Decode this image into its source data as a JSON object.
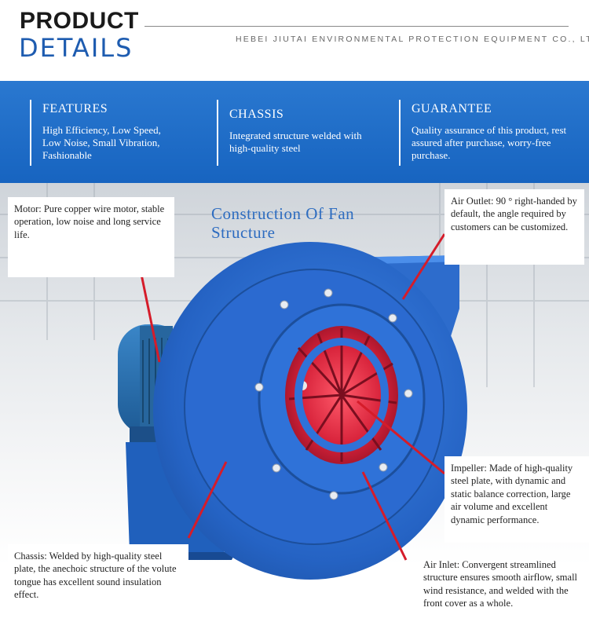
{
  "header": {
    "title_line1": "PRODUCT",
    "title_line2": "DETAILS",
    "company": "HEBEI JIUTAI ENVIRONMENTAL PROTECTION EQUIPMENT CO., LTD."
  },
  "banner": {
    "features": [
      {
        "heading": "FEATURES",
        "text": "High Efficiency, Low Speed, Low Noise, Small Vibration, Fashionable"
      },
      {
        "heading": "CHASSIS",
        "text": "Integrated structure welded with high-quality steel"
      },
      {
        "heading": "GUARANTEE",
        "text": "Quality assurance of this product, rest assured after purchase, worry-free purchase."
      }
    ]
  },
  "diagram": {
    "title": "Construction Of Fan Structure",
    "callouts": {
      "motor": "Motor: Pure copper wire motor, stable operation, low noise and long service life.",
      "air_outlet": "Air Outlet: 90 ° right-handed by default, the angle required by customers can be customized.",
      "impeller": "Impeller: Made of high-quality steel plate, with dynamic and static balance correction, large air volume and excellent dynamic performance.",
      "chassis": "Chassis: Welded by high-quality steel plate, the anechoic structure of the volute tongue has excellent sound insulation effect.",
      "air_inlet": "Air Inlet: Convergent streamlined structure ensures smooth airflow, small wind resistance, and welded with the front cover as a whole."
    }
  },
  "colors": {
    "brand_blue": "#1e5cb0",
    "banner_blue": "#1764c0",
    "fan_blue": "#2f6fd0",
    "impeller_red": "#d0223a",
    "pointer_red": "#d51c2a"
  }
}
